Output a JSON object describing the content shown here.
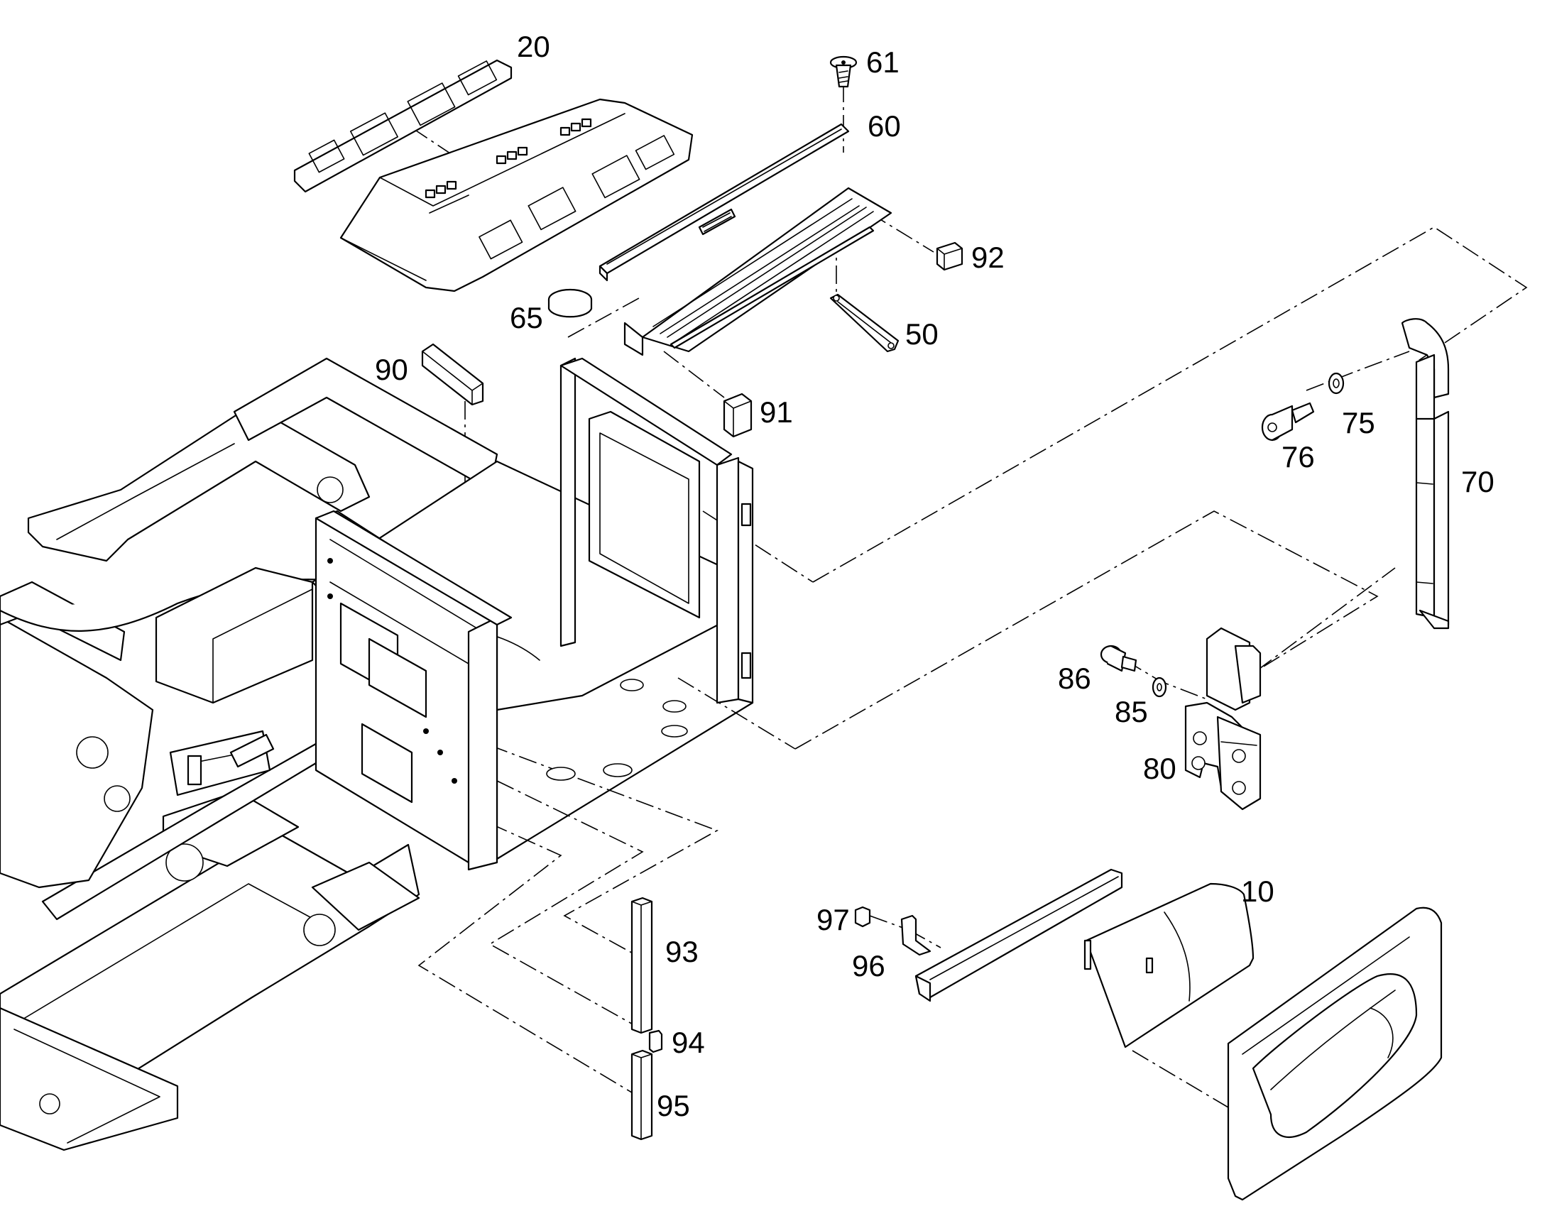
{
  "diagram": {
    "type": "exploded parts diagram",
    "line_color": "#000000",
    "background": "#ffffff"
  },
  "callouts": {
    "c10": "10",
    "c20": "20",
    "c50": "50",
    "c60": "60",
    "c61": "61",
    "c65": "65",
    "c70": "70",
    "c75": "75",
    "c76": "76",
    "c80": "80",
    "c85": "85",
    "c86": "86",
    "c90": "90",
    "c91": "91",
    "c92": "92",
    "c93": "93",
    "c94": "94",
    "c95": "95",
    "c96": "96",
    "c97": "97"
  }
}
